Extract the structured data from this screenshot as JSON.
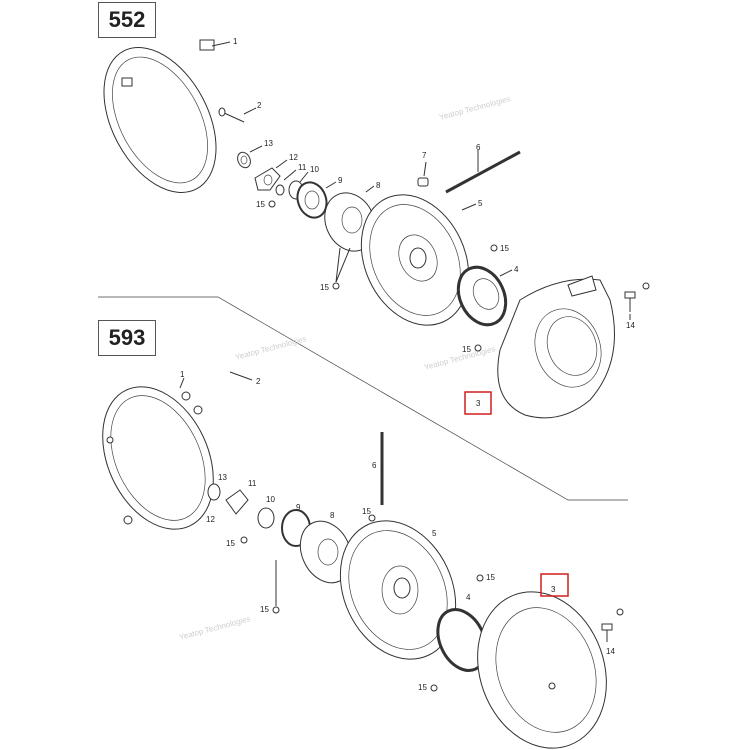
{
  "diagrams": [
    {
      "model": "552",
      "callouts": {
        "p1": "1",
        "p2": "2",
        "p13": "13",
        "p12": "12",
        "p11": "11",
        "p10": "10",
        "p9": "9",
        "p8": "8",
        "p7": "7",
        "p6": "6",
        "p5": "5",
        "p15a": "15",
        "p15b": "15",
        "p15c": "15",
        "p15d": "15",
        "p4": "4",
        "p14": "14",
        "p3": "3"
      },
      "highlighted_part": "3"
    },
    {
      "model": "593",
      "callouts": {
        "p1": "1",
        "p2": "2",
        "p13": "13",
        "p11": "11",
        "p12": "12",
        "p10": "10",
        "p9": "9",
        "p8": "8",
        "p6": "6",
        "p5": "5",
        "p15a": "15",
        "p15b": "15",
        "p15c": "15",
        "p15d": "15",
        "p15e": "15",
        "p4": "4",
        "p3": "3",
        "p14": "14"
      },
      "highlighted_part": "3"
    }
  ],
  "watermark": "Yeatop Technologies",
  "highlight_color": "#d21f1f"
}
